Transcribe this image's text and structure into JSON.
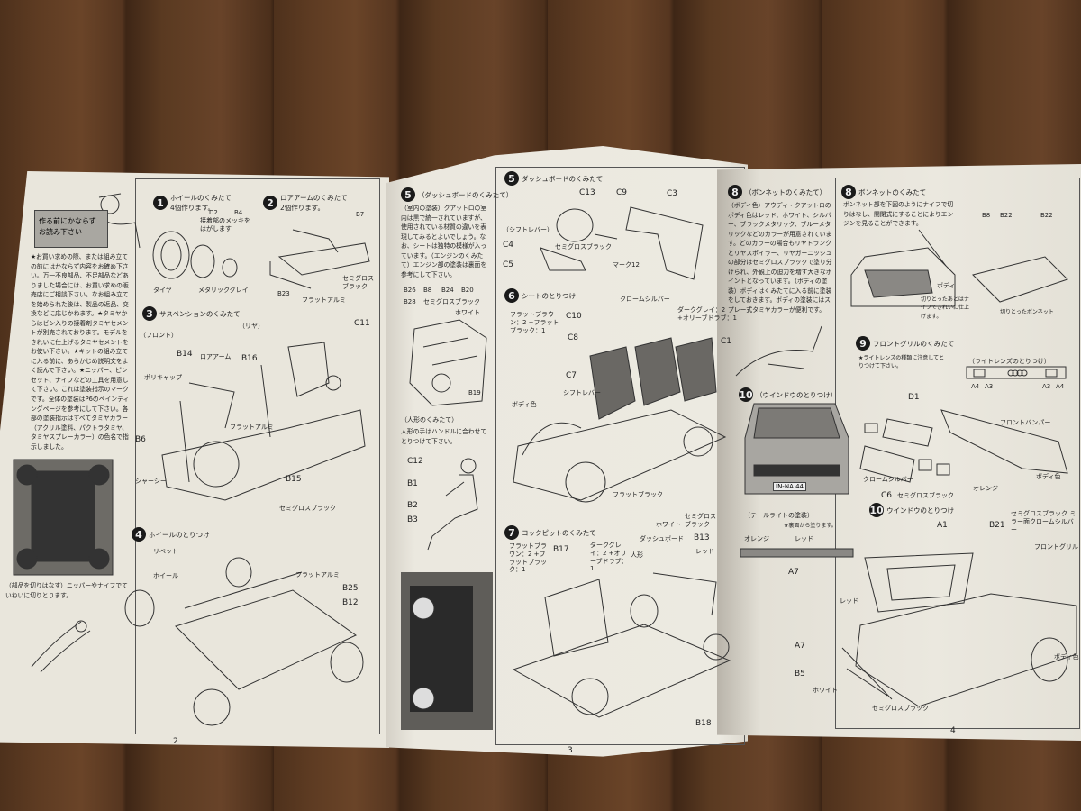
{
  "pages": {
    "left": {
      "page_number": "2",
      "intro_sign": "作る前にかならず お読み下さい",
      "intro_text": "★お買い求めの際、または組み立ての前にはかならず内容をお確め下さい。万一不良部品、不足部品などありました場合には、お買い求めの販売店にご相談下さい。なお組み立てを始められた後は、製品の返品、交換などに応じかねます。★タミヤからはビン入りの接着剤タミヤセメントが別売されております。モデルをきれいに仕上げるタミヤセメントをお使い下さい。★キットの組み立てに入る前に、あらかじめ説明文をよく読んで下さい。★ニッパー、ピンセット、ナイフなどの工具を用意して下さい。これは塗装指示のマークです。全体の塗装はP6のペインティングページを参考にして下さい。各部の塗装指示はすべてタミヤカラー（アクリル塗料、パクトラタミヤ、タミヤスプレーカラー）の色名で指示しました。",
      "cut_note": "（部品を切りはなす）ニッパーやナイフでていねいに切りとります。",
      "steps": [
        {
          "num": "1",
          "title": "ホイールのくみたて",
          "sub": "4個作ります。",
          "labels": [
            "D2",
            "B4",
            "タイヤ",
            "メタリックグレイ",
            "接着部のメッキをはがします"
          ]
        },
        {
          "num": "2",
          "title": "ロアアームのくみたて",
          "sub": "2個作ります。",
          "labels": [
            "B7",
            "B23",
            "フラットアルミ",
            "セミグロスブラック"
          ]
        },
        {
          "num": "3",
          "title": "サスペンションのくみたて",
          "labels": [
            "（リヤ）",
            "（フロント）",
            "C11",
            "B14",
            "B16",
            "B6",
            "B15",
            "ロアアーム",
            "ポリキャップ",
            "セミグロスブラック",
            "フラットアルミ",
            "シャーシー"
          ]
        },
        {
          "num": "4",
          "title": "ホイールのとりつけ",
          "labels": [
            "リベット",
            "ホイール",
            "フラットアルミ",
            "B25",
            "B12"
          ]
        }
      ]
    },
    "middle": {
      "page_number": "3",
      "steps": [
        {
          "num": "5",
          "title": "（ダッシュボードのくみたて）",
          "text": "（室内の塗装）クアットロの室内は黒で統一されていますが、使用されている材質の違いを表現してみるとよいでしょう。なお、シートは独特の模様が入っています。（エンジンのくみたて）エンジン部の塗装は裏面を参考にして下さい。",
          "labels": [
            "B26",
            "B8",
            "B24",
            "B20",
            "B28",
            "B19",
            "ホワイト",
            "セミグロスブラック"
          ]
        },
        {
          "num": "5",
          "title": "ダッシュボードのくみたて",
          "labels": [
            "C13",
            "C9",
            "C3",
            "C4",
            "C5",
            "（シフトレバー）",
            "セミグロスブラック",
            "マーク12"
          ]
        },
        {
          "num": "6",
          "title": "シートのとりつけ",
          "labels": [
            "C10",
            "C8",
            "C7",
            "C1",
            "クロームシルバー",
            "ダークグレイ：2 +オリーブドラブ：1",
            "フラットブラウン：2 +フラットブラック：1",
            "シフトレバー",
            "ボディ色",
            "フラットブラック"
          ]
        },
        {
          "num": "7",
          "title": "コックピットのくみたて",
          "labels": [
            "B17",
            "B13",
            "B18",
            "フラットブラウン：2 +フラットブラック：1",
            "ダークグレイ：2 +オリーブドラブ：1",
            "人形",
            "ダッシュボード",
            "ホワイト",
            "セミグロスブラック",
            "レッド"
          ]
        }
      ],
      "figure": {
        "title": "（人形のくみたて）",
        "text": "人形の手はハンドルに合わせてとりつけて下さい。",
        "labels": [
          "C12",
          "B1",
          "B2",
          "B3"
        ]
      }
    },
    "right": {
      "page_number": "4",
      "steps": [
        {
          "num": "8",
          "title": "（ボンネットのくみたて）",
          "text": "（ボディ色）アウディ・クアットロのボディ色はレッド、ホワイト、シルバー、ブラックメタリック、ブルーメタリックなどのカラーが用意されています。どのカラーの場合もリヤトランクとリヤスポイラー、リヤガーニッシュの部分はセミグロスブラックで塗り分けられ、外観上の迫力を増す大きなポイントとなっています。（ボディの塗装）ボディはくみたてに入る前に塗装をしておきます。ボディの塗装にはスプレー式タミヤカラーが便利です。"
        },
        {
          "num": "8",
          "title": "ボンネットのくみたて",
          "text": "ボンネット部を下図のようにナイフで切りはなし、開閉式にすることによりエンジンを見ることができます。",
          "labels": [
            "B8",
            "B22",
            "B22",
            "ボディ",
            "切りとったあとはナイフできれいに仕上げます。",
            "切りとったボンネット"
          ]
        },
        {
          "num": "9",
          "title": "フロントグリルのくみたて",
          "text": "★ライトレンズの種類に注意してとりつけて下さい。",
          "labels": [
            "（ライトレンズのとりつけ）",
            "A4",
            "A3",
            "A3",
            "A4",
            "D1",
            "C6",
            "フロントバンパー",
            "クロームシルバー",
            "セミグロスブラック",
            "オレンジ",
            "ボディ色"
          ]
        },
        {
          "num": "10",
          "title": "（ウインドウのとりつけ）",
          "plate": "IN-NA 44",
          "labels": [
            "（テールライトの塗装）",
            "★裏面から塗ります。",
            "オレンジ",
            "レッド",
            "A7"
          ]
        },
        {
          "num": "10",
          "title": "ウインドウのとりつけ",
          "labels": [
            "A1",
            "B21",
            "セミグロスブラック ミラー面クロームシルバー",
            "フロントグリル",
            "レッド",
            "A7",
            "B5",
            "ホワイト",
            "セミグロスブラック",
            "ボディ色"
          ]
        }
      ]
    }
  }
}
